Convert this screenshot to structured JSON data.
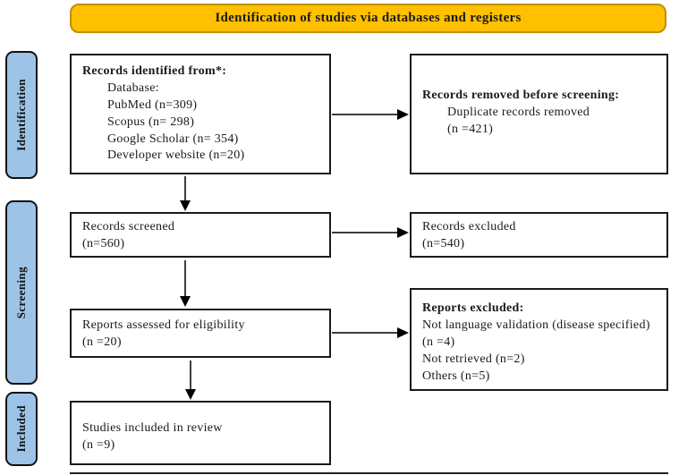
{
  "banner": {
    "title": "Identification of studies via databases and registers"
  },
  "sidebar": {
    "stages": [
      {
        "label": "Identification"
      },
      {
        "label": "Screening"
      },
      {
        "label": "Included"
      }
    ]
  },
  "flow": {
    "identified": {
      "heading": "Records identified from*:",
      "lines": [
        "Database:",
        "PubMed (n=309)",
        "Scopus (n= 298)",
        "Google Scholar (n= 354)",
        "Developer website (n=20)"
      ]
    },
    "removed": {
      "heading": "Records removed before screening:",
      "lines": [
        "Duplicate records removed",
        "(n =421)"
      ]
    },
    "screened": {
      "lines": [
        "Records screened",
        "(n=560)"
      ]
    },
    "excluded": {
      "lines": [
        "Records excluded",
        "(n=540)"
      ]
    },
    "assessed": {
      "lines": [
        "Reports assessed for eligibility",
        "(n =20)"
      ]
    },
    "reports_excluded": {
      "heading": "Reports excluded:",
      "lines": [
        "Not language validation (disease specified) (n =4)",
        "Not retrieved (n=2)",
        "Others (n=5)"
      ]
    },
    "included": {
      "lines": [
        "Studies included in review",
        "(n =9)"
      ]
    }
  },
  "colors": {
    "banner_fill": "#FFC000",
    "banner_border": "#BF9000",
    "stage_fill": "#9DC3E6",
    "box_border": "#1A1A1A",
    "arrow": "#000000"
  }
}
